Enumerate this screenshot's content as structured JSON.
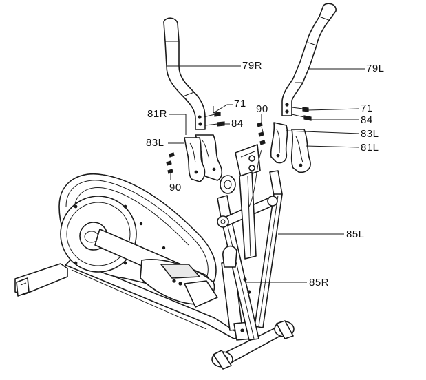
{
  "callouts": {
    "c79r": "79R",
    "c79l": "79L",
    "c71a": "71",
    "c84a": "84",
    "c81r": "81R",
    "c83l_left": "83L",
    "c90_upper": "90",
    "c90_lower": "90",
    "c71b": "71",
    "c84b": "84",
    "c83l_right": "83L",
    "c81l": "81L",
    "c85l": "85L",
    "c85r": "85R"
  }
}
